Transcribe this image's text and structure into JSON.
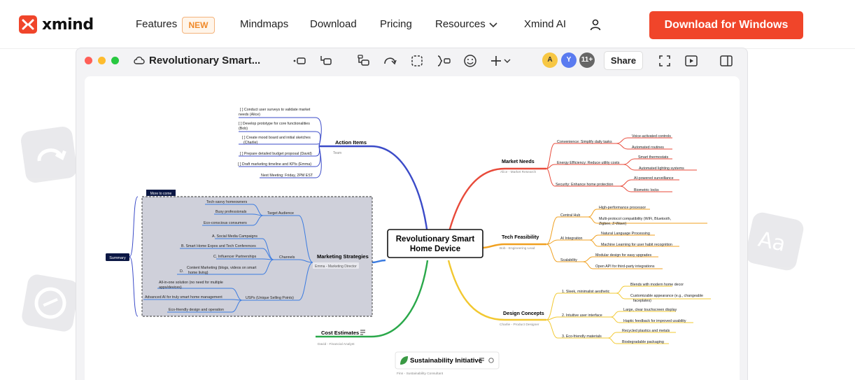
{
  "nav": {
    "logo_text": "xmind",
    "items": [
      "Features",
      "Mindmaps",
      "Download",
      "Pricing",
      "Resources",
      "Xmind AI"
    ],
    "new_badge": "NEW",
    "cta": "Download for Windows"
  },
  "window": {
    "title": "Revolutionary Smart...",
    "avatars": [
      "A",
      "Y",
      "11+"
    ],
    "share": "Share"
  },
  "map": {
    "center": [
      "Revolutionary Smart",
      "Home Device"
    ],
    "action_items": {
      "title": "Action Items",
      "sub": "Team",
      "items": [
        [
          "[ ] Conduct user surveys to validate market",
          "needs (Alice)"
        ],
        [
          "[ ] Develop prototype for core functionalities",
          "(Bob)"
        ],
        [
          "[ ] Create mood board and initial sketches",
          "(Charlie)"
        ],
        [
          "[ ] Prepare detailed budget proposal (David)"
        ],
        [
          "[ ] Draft marketing timeline and KPIs (Emma)"
        ],
        [
          "Next Meeting: Friday, 2PM EST"
        ]
      ]
    },
    "marketing": {
      "title": "Marketing Strategies",
      "sub": "Emma - Marketing Director",
      "summary": "Summary",
      "more_to_come": "More to come",
      "target": "Target Audience",
      "target_items": [
        "Tech-savvy homeowners",
        "Busy professionals",
        "Eco-conscious consumers"
      ],
      "channels": "Channels",
      "channel_items": [
        "A.   Social Media Campaigns",
        "B.   Smart Home Expos and Tech Conferences",
        "C.   Influencer Partnerships"
      ],
      "channel_d": [
        "D.",
        "Content Marketing (blogs, videos on smart",
        "home living)"
      ],
      "usps": "USPs (Unique Selling Points)",
      "usp_items": [
        [
          "All-in-one solution (no need for multiple",
          "apps/devices)"
        ],
        [
          "Advanced AI for truly smart home management"
        ],
        [
          "Eco-friendly design and operation"
        ]
      ]
    },
    "cost": {
      "title": "Cost Estimates",
      "sub": "David - Financial Analyst"
    },
    "sustain": {
      "title": "Sustainability Initiative",
      "sub": "Finn - Sustainability Consultant"
    },
    "market": {
      "title": "Market Needs",
      "sub": "Alice - Market Research",
      "groups": [
        {
          "label": "Convenience: Simplify daily tasks",
          "items": [
            "Voice-activated controls",
            "Automated routines"
          ]
        },
        {
          "label": "Energy Efficiency: Reduce utility costs",
          "items": [
            "Smart thermostats",
            "Automated lighting systems"
          ]
        },
        {
          "label": "Security: Enhance home protection",
          "items": [
            "AI-powered surveillance",
            "Biometric locks"
          ]
        }
      ]
    },
    "tech": {
      "title": "Tech Feasibility",
      "sub": "Bob - Engineering Lead",
      "groups": [
        {
          "label": "Central Hub",
          "items": [
            [
              "High-performance processor"
            ],
            [
              "Multi-protocol compatibility (WiFi, Bluetooth,",
              "Zigbee, Z-Wave)"
            ]
          ]
        },
        {
          "label": "AI Integration",
          "items": [
            [
              "Natural Language Processing"
            ],
            [
              "Machine Learning for user habit recognition"
            ]
          ]
        },
        {
          "label": "Scalability",
          "items": [
            [
              "Modular design for easy upgrades"
            ],
            [
              "Open API for third-party integrations"
            ]
          ]
        }
      ]
    },
    "design": {
      "title": "Design Concepts",
      "sub": "Charlie - Product Designer",
      "groups": [
        {
          "label": "1. Sleek, minimalist aesthetic",
          "items": [
            [
              "Blends with modern home decor"
            ],
            [
              "Customizable appearance (e.g., changeable",
              "faceplates)"
            ]
          ]
        },
        {
          "label": "2. Intuitive user interface",
          "items": [
            [
              "Large, clear touchscreen display"
            ],
            [
              "Haptic feedback for improved usability"
            ]
          ]
        },
        {
          "label": "3. Eco-friendly materials",
          "items": [
            [
              "Recycled plastics and metals"
            ],
            [
              "Biodegradable packaging"
            ]
          ]
        }
      ]
    }
  }
}
